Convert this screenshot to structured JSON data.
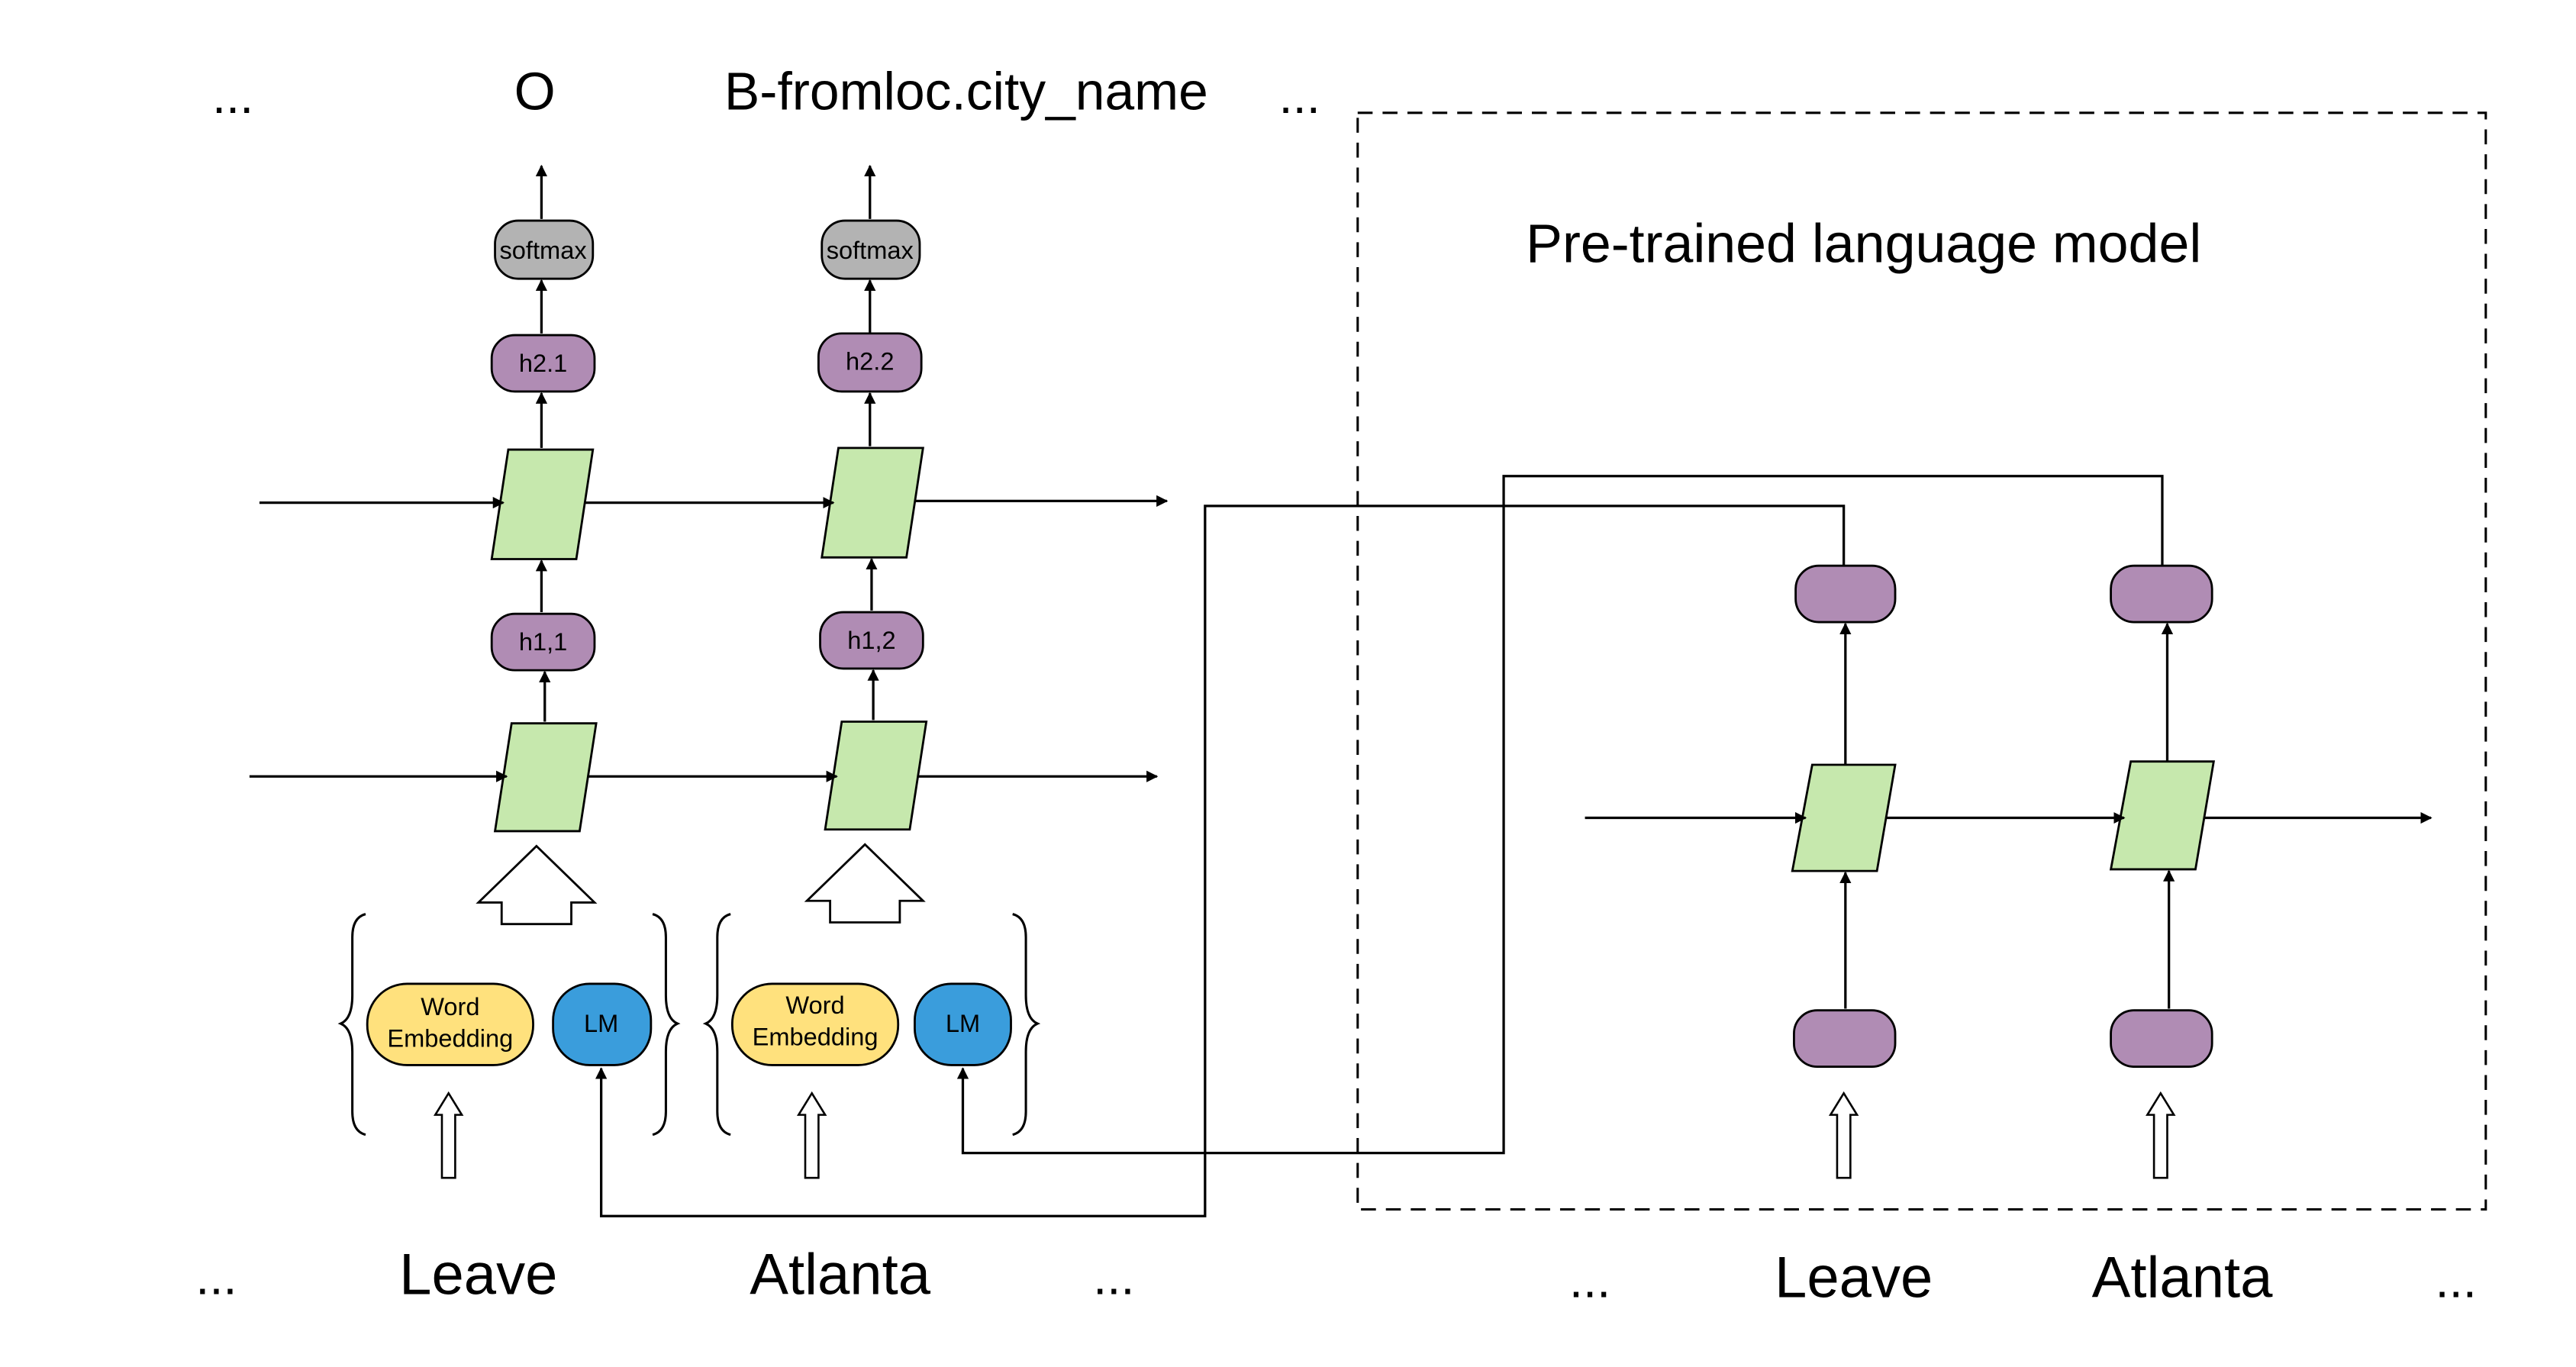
{
  "labels": {
    "output_dots_left": "...",
    "output_O": "O",
    "output_bfrom": "B-fromloc.city_name",
    "output_dots_right": "...",
    "pretrained_title": "Pre-trained language model",
    "softmax_1": "softmax",
    "softmax_2": "softmax",
    "h2_1": "h2.1",
    "h2_2": "h2.2",
    "h1_1": "h1,1",
    "h1_2": "h1,2",
    "word_emb_1_line1": "Word",
    "word_emb_1_line2": "Embedding",
    "word_emb_2_line1": "Word",
    "word_emb_2_line2": "Embedding",
    "lm_1": "LM",
    "lm_2": "LM",
    "input_dots_left": "...",
    "input_leave": "Leave",
    "input_atlanta": "Atlanta",
    "input_dots_mid": "...",
    "lm_input_dots_left": "...",
    "lm_input_leave": "Leave",
    "lm_input_atlanta": "Atlanta",
    "lm_input_dots_right": "..."
  },
  "colors": {
    "purple": "#b08cb4",
    "green": "#c6e8ad",
    "gray": "#b3b3b3",
    "yellow": "#ffe17d",
    "blue": "#3a9ddc",
    "stroke": "#000000"
  }
}
